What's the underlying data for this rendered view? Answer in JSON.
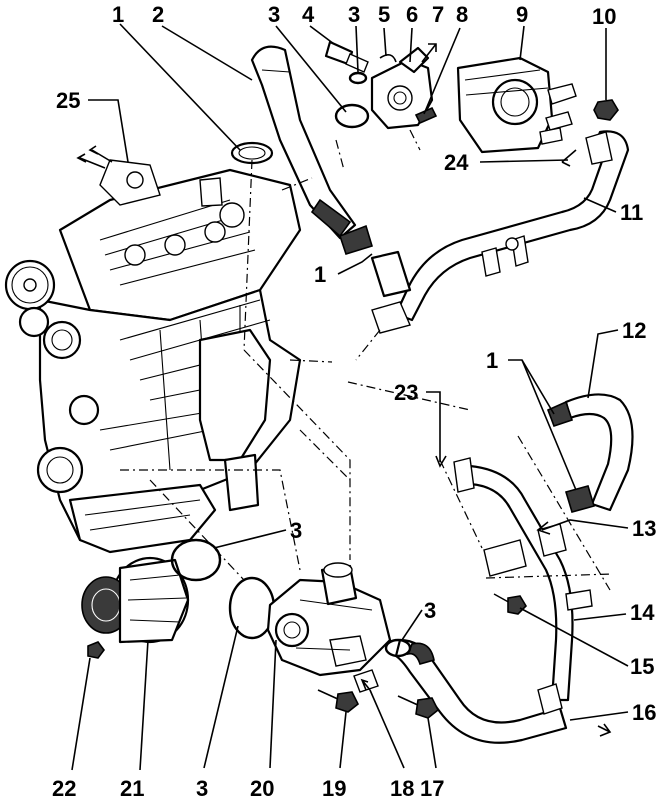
{
  "callouts": [
    {
      "id": "c1a",
      "label": "1"
    },
    {
      "id": "c2",
      "label": "2"
    },
    {
      "id": "c3a",
      "label": "3"
    },
    {
      "id": "c4",
      "label": "4"
    },
    {
      "id": "c3b",
      "label": "3"
    },
    {
      "id": "c5",
      "label": "5"
    },
    {
      "id": "c6",
      "label": "6"
    },
    {
      "id": "c7",
      "label": "7"
    },
    {
      "id": "c8",
      "label": "8"
    },
    {
      "id": "c9",
      "label": "9"
    },
    {
      "id": "c10",
      "label": "10"
    },
    {
      "id": "c25",
      "label": "25"
    },
    {
      "id": "c24",
      "label": "24"
    },
    {
      "id": "c11",
      "label": "11"
    },
    {
      "id": "c1b",
      "label": "1"
    },
    {
      "id": "c12",
      "label": "12"
    },
    {
      "id": "c23",
      "label": "23"
    },
    {
      "id": "c1c",
      "label": "1"
    },
    {
      "id": "c13",
      "label": "13"
    },
    {
      "id": "c3c",
      "label": "3"
    },
    {
      "id": "c14",
      "label": "14"
    },
    {
      "id": "c3d",
      "label": "3"
    },
    {
      "id": "c15",
      "label": "15"
    },
    {
      "id": "c16",
      "label": "16"
    },
    {
      "id": "c22",
      "label": "22"
    },
    {
      "id": "c21",
      "label": "21"
    },
    {
      "id": "c3e",
      "label": "3"
    },
    {
      "id": "c20",
      "label": "20"
    },
    {
      "id": "c19",
      "label": "19"
    },
    {
      "id": "c18",
      "label": "18"
    },
    {
      "id": "c17",
      "label": "17"
    }
  ]
}
